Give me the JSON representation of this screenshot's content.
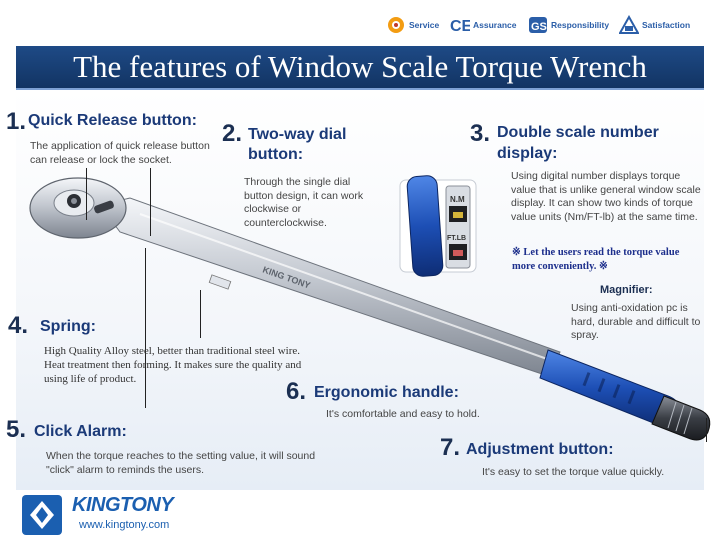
{
  "header": {
    "badges": [
      {
        "label": "Service",
        "icon": "service-gear-icon"
      },
      {
        "label": "Assurance",
        "icon": "ce-mark-icon"
      },
      {
        "label": "Responsibility",
        "icon": "gs-mark-icon"
      },
      {
        "label": "Satisfaction",
        "icon": "satisfaction-triangle-icon"
      }
    ]
  },
  "title": "The features of Window Scale Torque Wrench",
  "features": [
    {
      "number": "1.",
      "heading": "Quick Release button:",
      "description": "The application of quick release button can release or lock the socket."
    },
    {
      "number": "2.",
      "heading_line1": "Two-way dial",
      "heading_line2": "button:",
      "description": "Through the single dial button design, it can work clockwise or counterclockwise."
    },
    {
      "number": "3.",
      "heading_line1": "Double scale  number",
      "heading_line2": "display:",
      "description": "Using digital number displays torque value that is unlike general window scale display. It can show two kinds of torque value units (Nm/FT-lb) at the same time.",
      "note_line1": "※ Let the users read the torque value",
      "note_line2": "more conveniently. ※"
    },
    {
      "heading": "Magnifier:",
      "description": "Using anti-oxidation pc is hard, durable and difficult to spray."
    },
    {
      "number": "4.",
      "heading": "Spring:",
      "description_line1": "High Quality Alloy steel, better than traditional steel wire.",
      "description_line2": "Heat treatment then forming. It makes sure the quality and",
      "description_line3": "using life of product."
    },
    {
      "number": "5.",
      "heading": "Click Alarm:",
      "description": "When the torque reaches to the setting value, it will sound \"click\" alarm to reminds the users."
    },
    {
      "number": "6.",
      "heading": "Ergonomic handle:",
      "description": "It's comfortable and easy to hold."
    },
    {
      "number": "7.",
      "heading": "Adjustment button:",
      "description": "It's easy  to set the torque value quickly."
    }
  ],
  "scale_display": {
    "unit_top": "N.M",
    "unit_bottom": "FT.LB"
  },
  "wrench_brand": "KING TONY",
  "footer": {
    "brand": "KINGTONY",
    "url": "www.kingtony.com"
  },
  "colors": {
    "title_band": "#1a4180",
    "accent_text": "#1b3a78",
    "handle_blue": "#1d4fb5",
    "chrome": "#c9ced6"
  }
}
